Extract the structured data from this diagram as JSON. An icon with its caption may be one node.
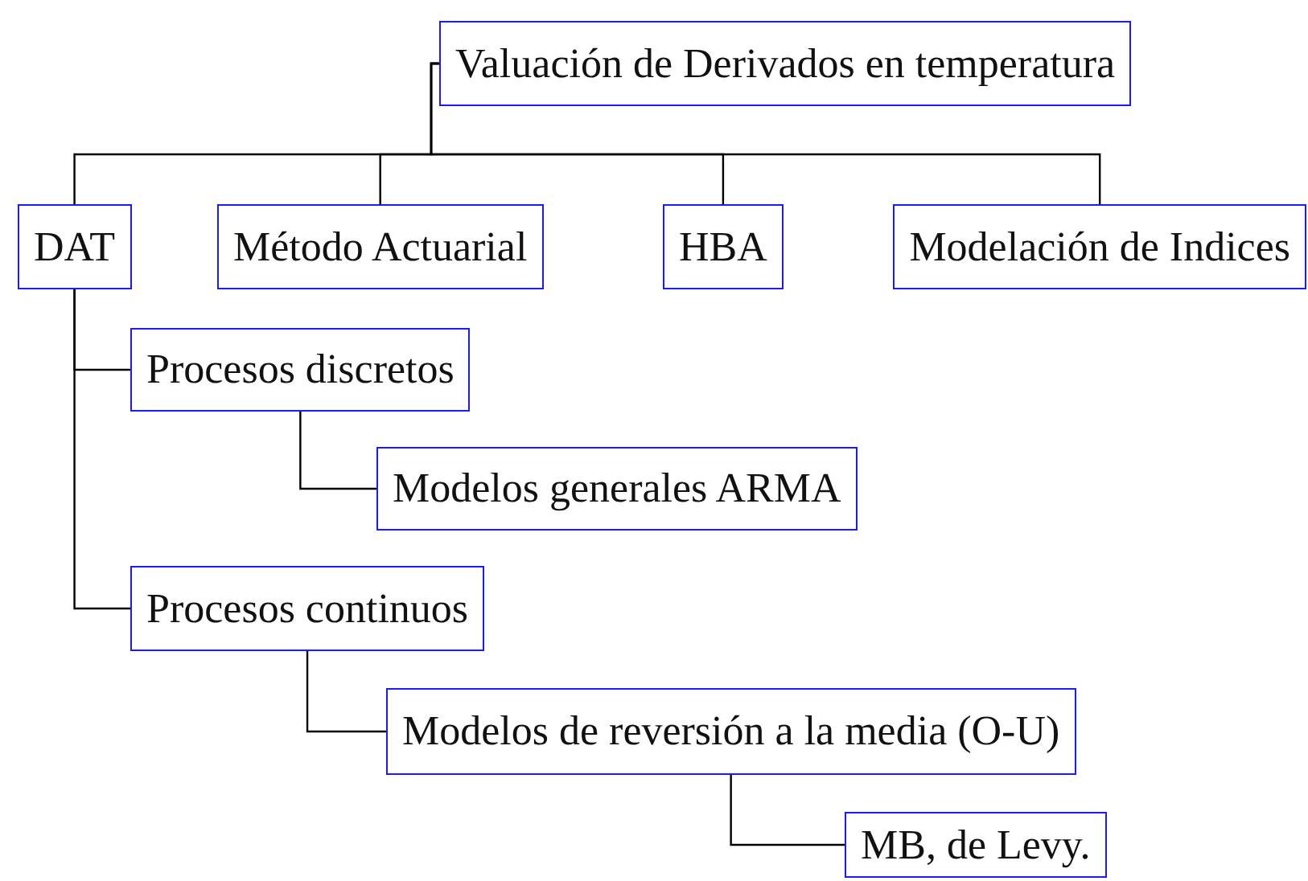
{
  "diagram": {
    "nodes": [
      {
        "text": [
          "Valuación de Derivados en temperatura"
        ]
      },
      {
        "text": [
          "DAT"
        ]
      },
      {
        "text": [
          "Método Actuarial"
        ]
      },
      {
        "text": [
          "HBA"
        ]
      },
      {
        "text": [
          "Modelación de Indices"
        ]
      },
      {
        "text": [
          "Procesos discretos"
        ]
      },
      {
        "text": [
          "Modelos generales ARMA"
        ]
      },
      {
        "text": [
          "Procesos continuos"
        ]
      },
      {
        "text": [
          "Modelos de reversión a la media (O-U)"
        ]
      },
      {
        "text": [
          "MB, de Levy."
        ]
      }
    ],
    "edges": [
      {
        "from": 0,
        "to": 1,
        "arrow": "none"
      },
      {
        "from": 0,
        "to": 2,
        "arrow": "none"
      },
      {
        "from": 0,
        "to": 3,
        "arrow": "none"
      },
      {
        "from": 0,
        "to": 4,
        "arrow": "none"
      },
      {
        "from": 1,
        "to": 5,
        "arrow": "none"
      },
      {
        "from": 5,
        "to": 6,
        "arrow": "none"
      },
      {
        "from": 1,
        "to": 7,
        "arrow": "none"
      },
      {
        "from": 7,
        "to": 8,
        "arrow": "none"
      },
      {
        "from": 8,
        "to": 9,
        "arrow": "none"
      }
    ]
  }
}
